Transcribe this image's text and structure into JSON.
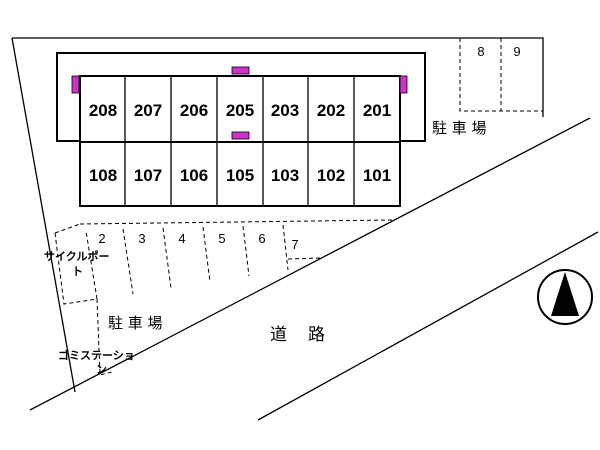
{
  "rooms_upper": [
    "208",
    "207",
    "206",
    "205",
    "203",
    "202",
    "201"
  ],
  "rooms_lower": [
    "108",
    "107",
    "106",
    "105",
    "103",
    "102",
    "101"
  ],
  "parking_top_numbers": [
    "8",
    "9"
  ],
  "parking_top_label": "駐 車 場",
  "parking_bottom_numbers": [
    "2",
    "3",
    "4",
    "5",
    "6",
    "7"
  ],
  "parking_bottom_label": "駐 車 場",
  "cycle_port_label_line1": "サイクルポー",
  "cycle_port_label_line2": "ト",
  "garbage_station_label_line1": "ゴミステーショ",
  "garbage_station_label_line2": "ン",
  "road_label": "道　路",
  "marker_color": "#cc33cc"
}
